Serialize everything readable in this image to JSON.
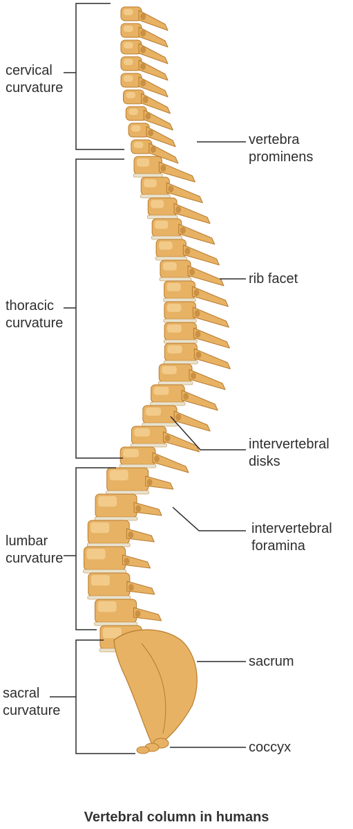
{
  "colors": {
    "bone": "#e7b264",
    "bone_light": "#f6d69a",
    "bone_dark": "#b87a2d",
    "disk": "#e9e3cf",
    "line": "#2a2a2a"
  },
  "regions": [
    {
      "line1": "cervical",
      "line2": "curvature"
    },
    {
      "line1": "thoracic",
      "line2": "curvature"
    },
    {
      "line1": "lumbar",
      "line2": "curvature"
    },
    {
      "line1": "sacral",
      "line2": "curvature"
    }
  ],
  "structures": [
    {
      "line1": "vertebra",
      "line2": "prominens",
      "icon": "vertebra-prominens-pointer"
    },
    {
      "line1": "rib facet",
      "line2": "",
      "icon": "rib-facet-pointer"
    },
    {
      "line1": "intervertebral",
      "line2": "disks",
      "icon": "intervertebral-disks-pointer"
    },
    {
      "line1": "intervertebral",
      "line2": "foramina",
      "icon": "intervertebral-foramina-pointer"
    },
    {
      "line1": "sacrum",
      "line2": "",
      "icon": "sacrum-pointer"
    },
    {
      "line1": "coccyx",
      "line2": "",
      "icon": "coccyx-pointer"
    }
  ],
  "caption": "Vertebral column in humans"
}
